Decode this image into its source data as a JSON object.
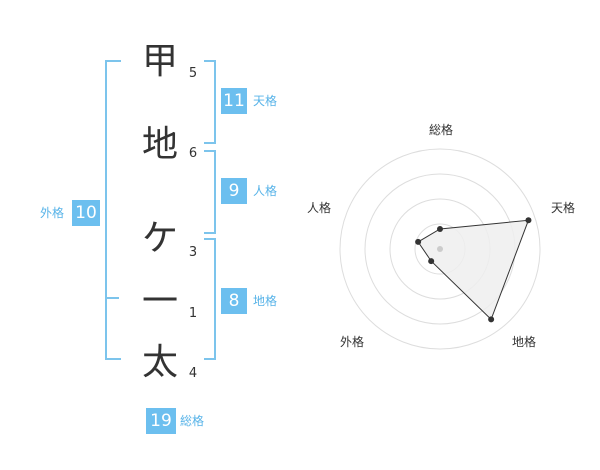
{
  "name": {
    "characters": [
      {
        "char": "甲",
        "strokes": "5"
      },
      {
        "char": "地",
        "strokes": "6"
      },
      {
        "char": "ケ",
        "strokes": "3"
      },
      {
        "char": "一",
        "strokes": "1"
      },
      {
        "char": "太",
        "strokes": "4"
      }
    ]
  },
  "kakusu": {
    "tenkaku": {
      "value": "11",
      "label": "天格"
    },
    "jinkaku": {
      "value": "9",
      "label": "人格"
    },
    "chikaku": {
      "value": "8",
      "label": "地格"
    },
    "gaikaku": {
      "value": "10",
      "label": "外格"
    },
    "soukaku": {
      "value": "19",
      "label": "総格"
    }
  },
  "radar": {
    "axes": [
      "総格",
      "天格",
      "地格",
      "外格",
      "人格"
    ],
    "levels": 4,
    "values": [
      0.2,
      0.93,
      0.87,
      0.15,
      0.23
    ],
    "colors": {
      "stroke": "#333333",
      "fill": "#eeeeee",
      "ring": "#dddddd",
      "point": "#333333",
      "center": "#cccccc"
    }
  },
  "colors": {
    "accent": "#6cbfef",
    "bracket": "#7cc4ec"
  }
}
